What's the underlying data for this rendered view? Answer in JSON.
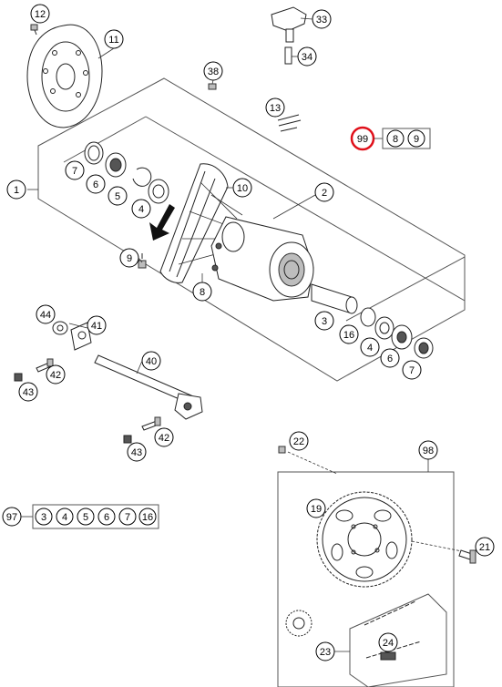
{
  "diagram": {
    "callouts": {
      "c1": "1",
      "c2": "2",
      "c3a": "3",
      "c3b": "3",
      "c4a": "4",
      "c4b": "4",
      "c5": "5",
      "c6a": "6",
      "c6b": "6",
      "c7a": "7",
      "c7b": "7",
      "c8a": "8",
      "c8b": "8",
      "c9a": "9",
      "c9b": "9",
      "c10": "10",
      "c11": "11",
      "c12": "12",
      "c13": "13",
      "c16": "16",
      "c19": "19",
      "c21": "21",
      "c22": "22",
      "c23": "23",
      "c24": "24",
      "c33": "33",
      "c34": "34",
      "c38": "38",
      "c40": "40",
      "c41": "41",
      "c42a": "42",
      "c42b": "42",
      "c43a": "43",
      "c43b": "43",
      "c44": "44",
      "c98": "98",
      "c99": "99"
    },
    "kit_97": {
      "label": "97",
      "items": [
        "3",
        "4",
        "5",
        "6",
        "7",
        "16"
      ]
    },
    "highlight_color": "#e0101a"
  }
}
